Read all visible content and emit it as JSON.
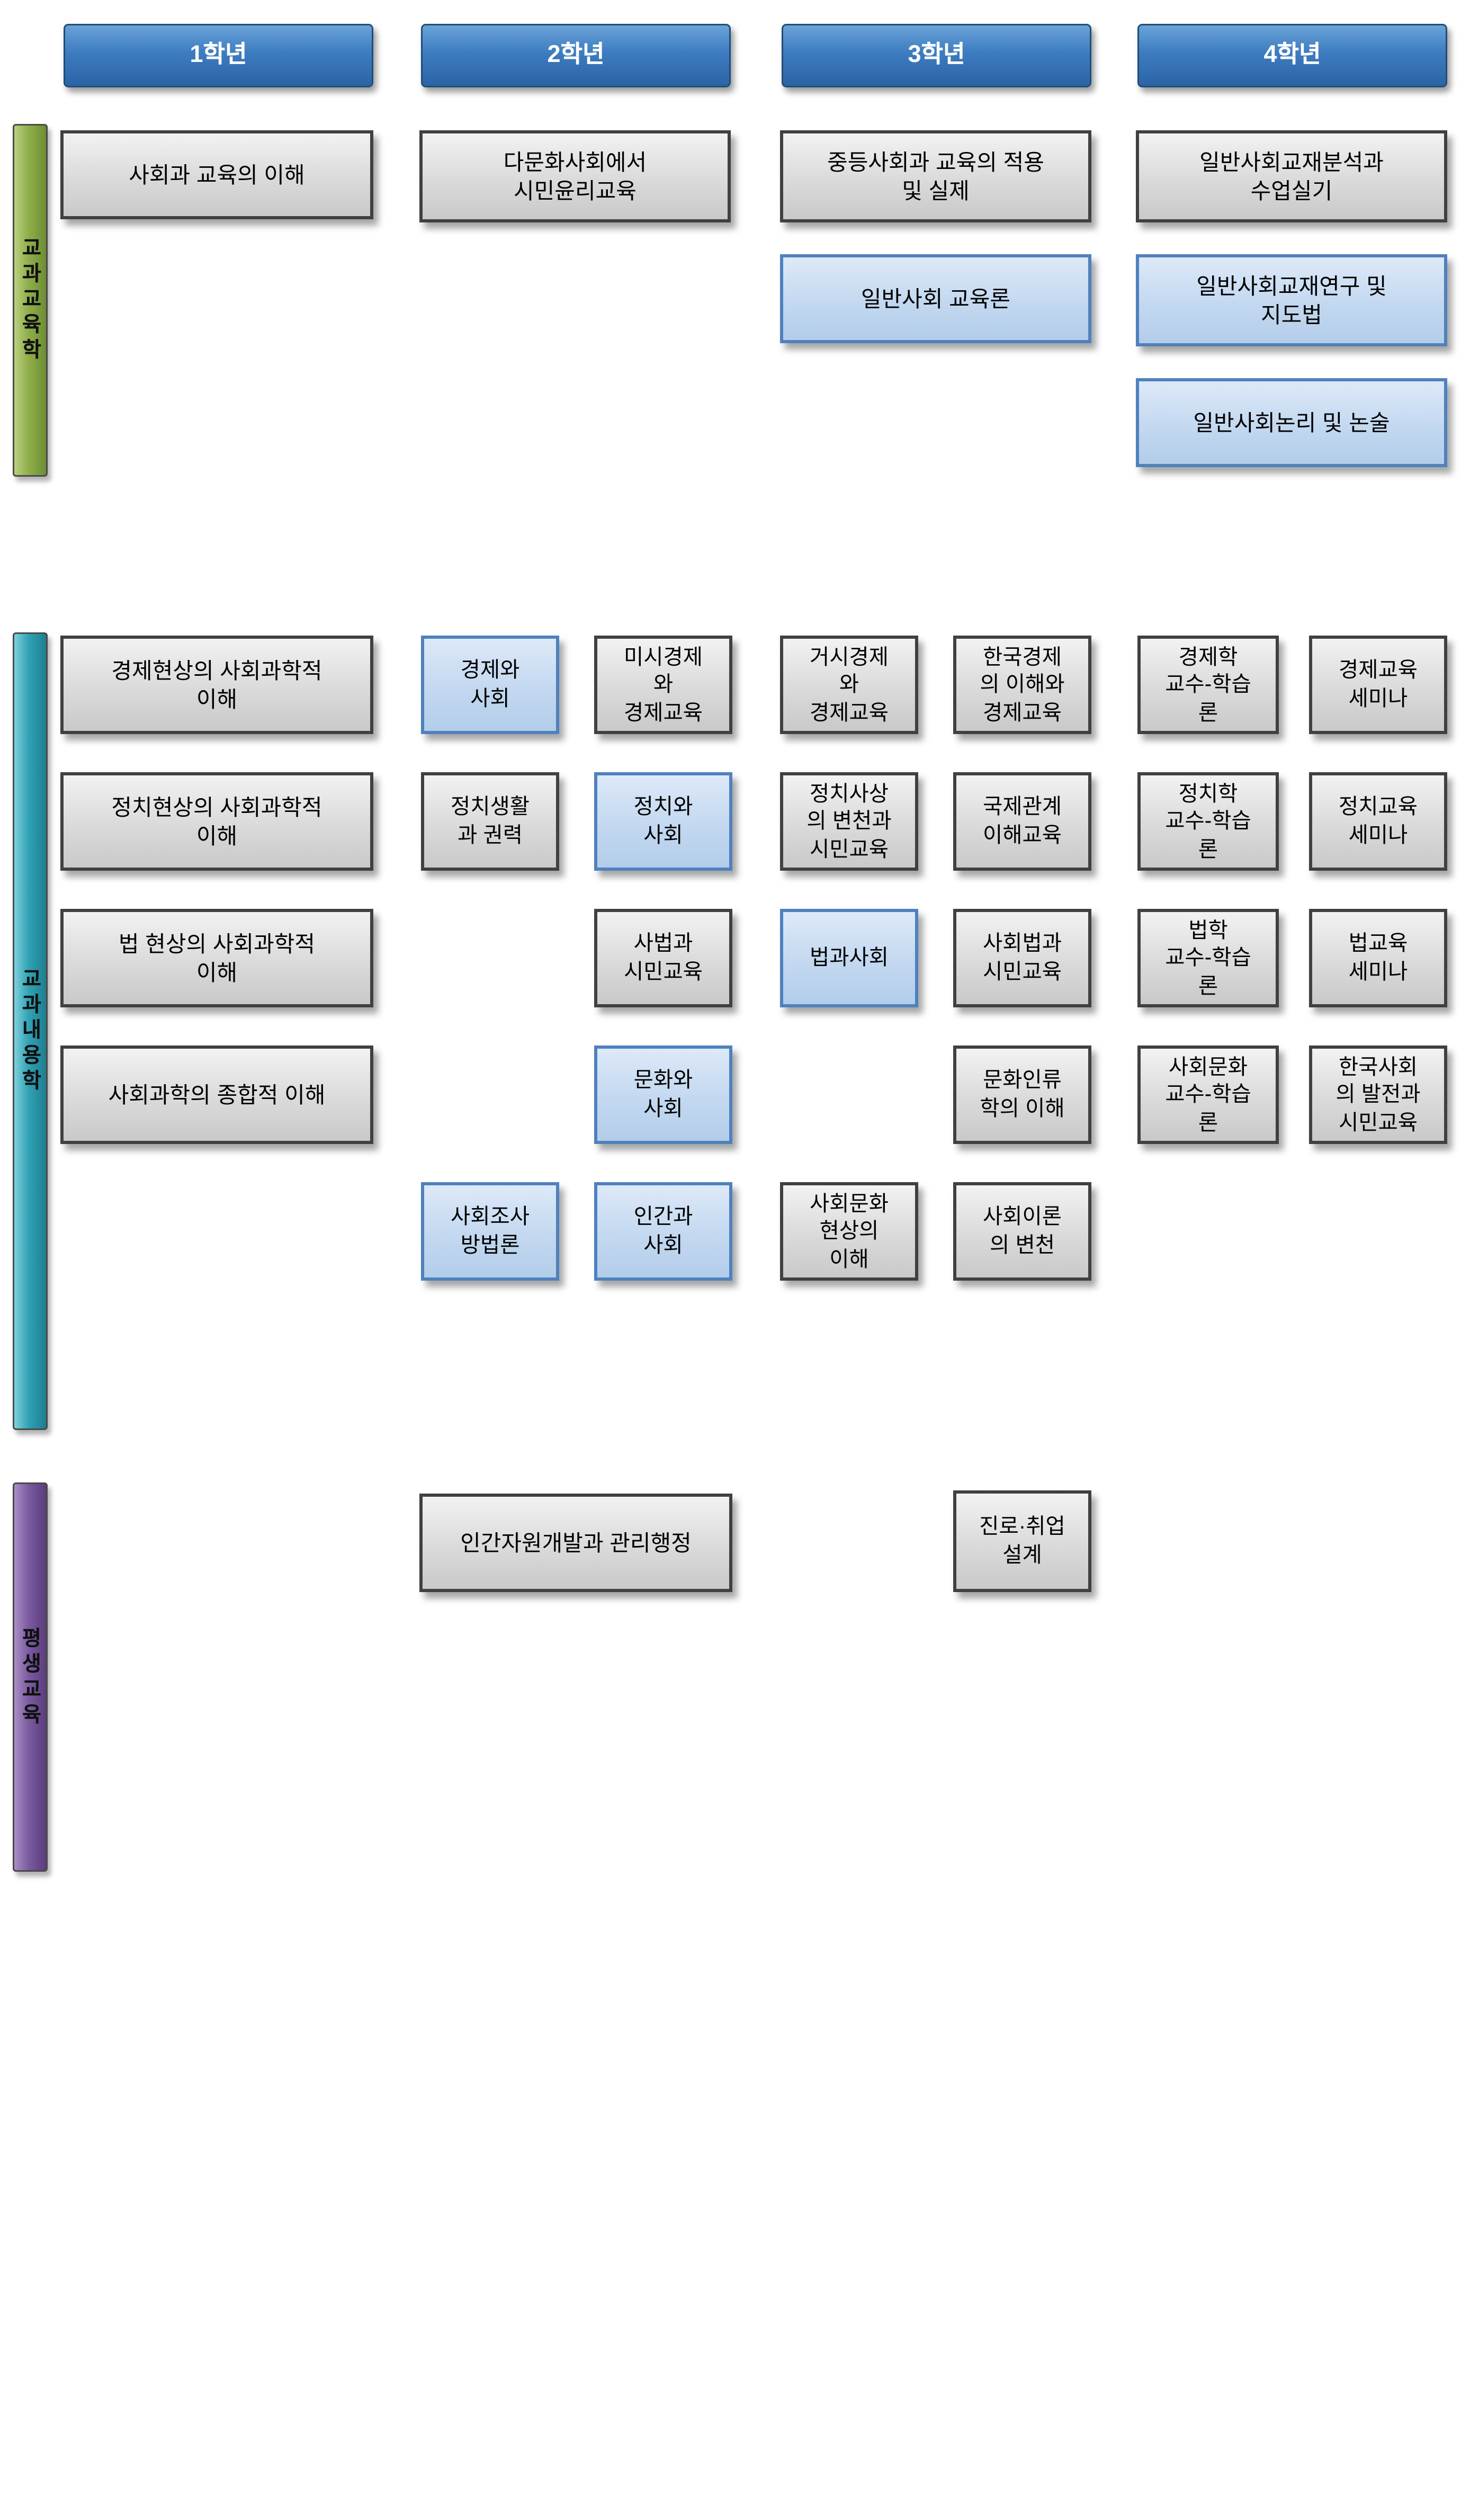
{
  "grades": [
    {
      "label": "1학년"
    },
    {
      "label": "2학년"
    },
    {
      "label": "3학년"
    },
    {
      "label": "4학년"
    }
  ],
  "sections": {
    "pedagogy": {
      "label": "교과교육학"
    },
    "content": {
      "label": "교과내용학"
    },
    "lifelong": {
      "label": "평생교육"
    }
  },
  "colors": {
    "grade_header_blue": "#3d7cc0",
    "box_gray": "#d9d9d9",
    "box_light_blue": "#c3d8f0",
    "bar_pedagogy_green": "#8fae4a",
    "bar_content_teal": "#2fa3b5",
    "bar_lifelong_purple": "#7b5aa0"
  },
  "pedagogy": {
    "y1a": "사회과 교육의 이해",
    "y2a": "다문화사회에서\n시민윤리교육",
    "y3a": "중등사회과 교육의 적용\n및 실제",
    "y3b": "일반사회 교육론",
    "y4a": "일반사회교재분석과\n수업실기",
    "y4b": "일반사회교재연구 및\n지도법",
    "y4c": "일반사회논리 및 논술"
  },
  "content": {
    "r1c1": "경제현상의 사회과학적\n이해",
    "r1c2a": "경제와\n사회",
    "r1c2b": "미시경제\n와\n경제교육",
    "r1c3a": "거시경제\n와\n경제교육",
    "r1c3b": "한국경제\n의 이해와\n경제교육",
    "r1c4a": "경제학\n교수-학습\n론",
    "r1c4b": "경제교육\n세미나",
    "r2c1": "정치현상의 사회과학적\n이해",
    "r2c2a": "정치생활\n과 권력",
    "r2c2b": "정치와\n사회",
    "r2c3a": "정치사상\n의 변천과\n시민교육",
    "r2c3b": "국제관계\n이해교육",
    "r2c4a": "정치학\n교수-학습\n론",
    "r2c4b": "정치교육\n세미나",
    "r3c1": "법 현상의 사회과학적\n이해",
    "r3c2b": "사법과\n시민교육",
    "r3c3a": "법과사회",
    "r3c3b": "사회법과\n시민교육",
    "r3c4a": "법학\n교수-학습\n론",
    "r3c4b": "법교육\n세미나",
    "r4c1": "사회과학의 종합적 이해",
    "r4c2b": "문화와\n사회",
    "r4c3b": "문화인류\n학의 이해",
    "r4c4a": "사회문화\n교수-학습\n론",
    "r4c4b": "한국사회\n의 발전과\n시민교육",
    "r5c2a": "사회조사\n방법론",
    "r5c2b": "인간과\n사회",
    "r5c3a": "사회문화\n현상의\n이해",
    "r5c3b": "사회이론\n의 변천"
  },
  "lifelong": {
    "y2a": "인간자원개발과 관리행정",
    "y3a": "진로·취업\n설계"
  }
}
